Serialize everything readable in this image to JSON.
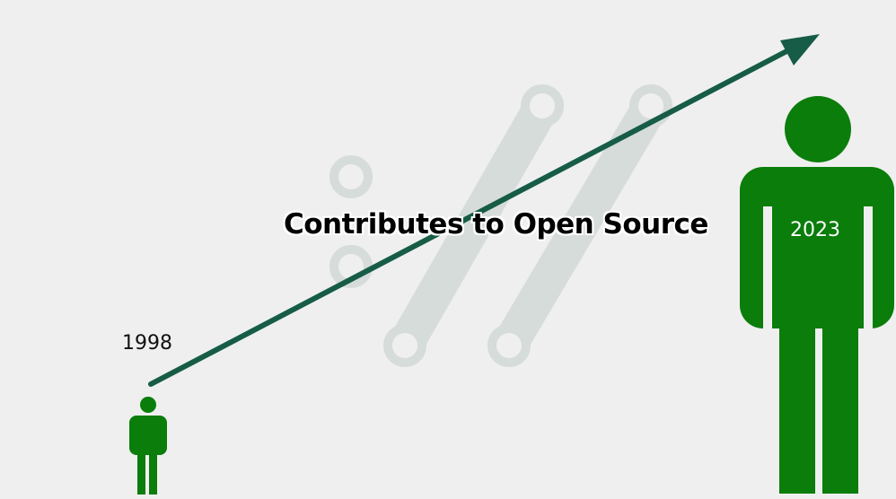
{
  "headline": "Contributes to Open Source",
  "timeline": {
    "start_year": "1998",
    "end_year": "2023"
  },
  "icons": {
    "background": "git-branch-icon",
    "arrow": "growth-arrow-icon",
    "small_person": "person-icon",
    "large_person": "person-icon"
  },
  "colors": {
    "background": "#efefef",
    "person_green": "#0a7d0a",
    "arrow_green": "#165c46",
    "branch_gray": "#d6dcd9"
  }
}
